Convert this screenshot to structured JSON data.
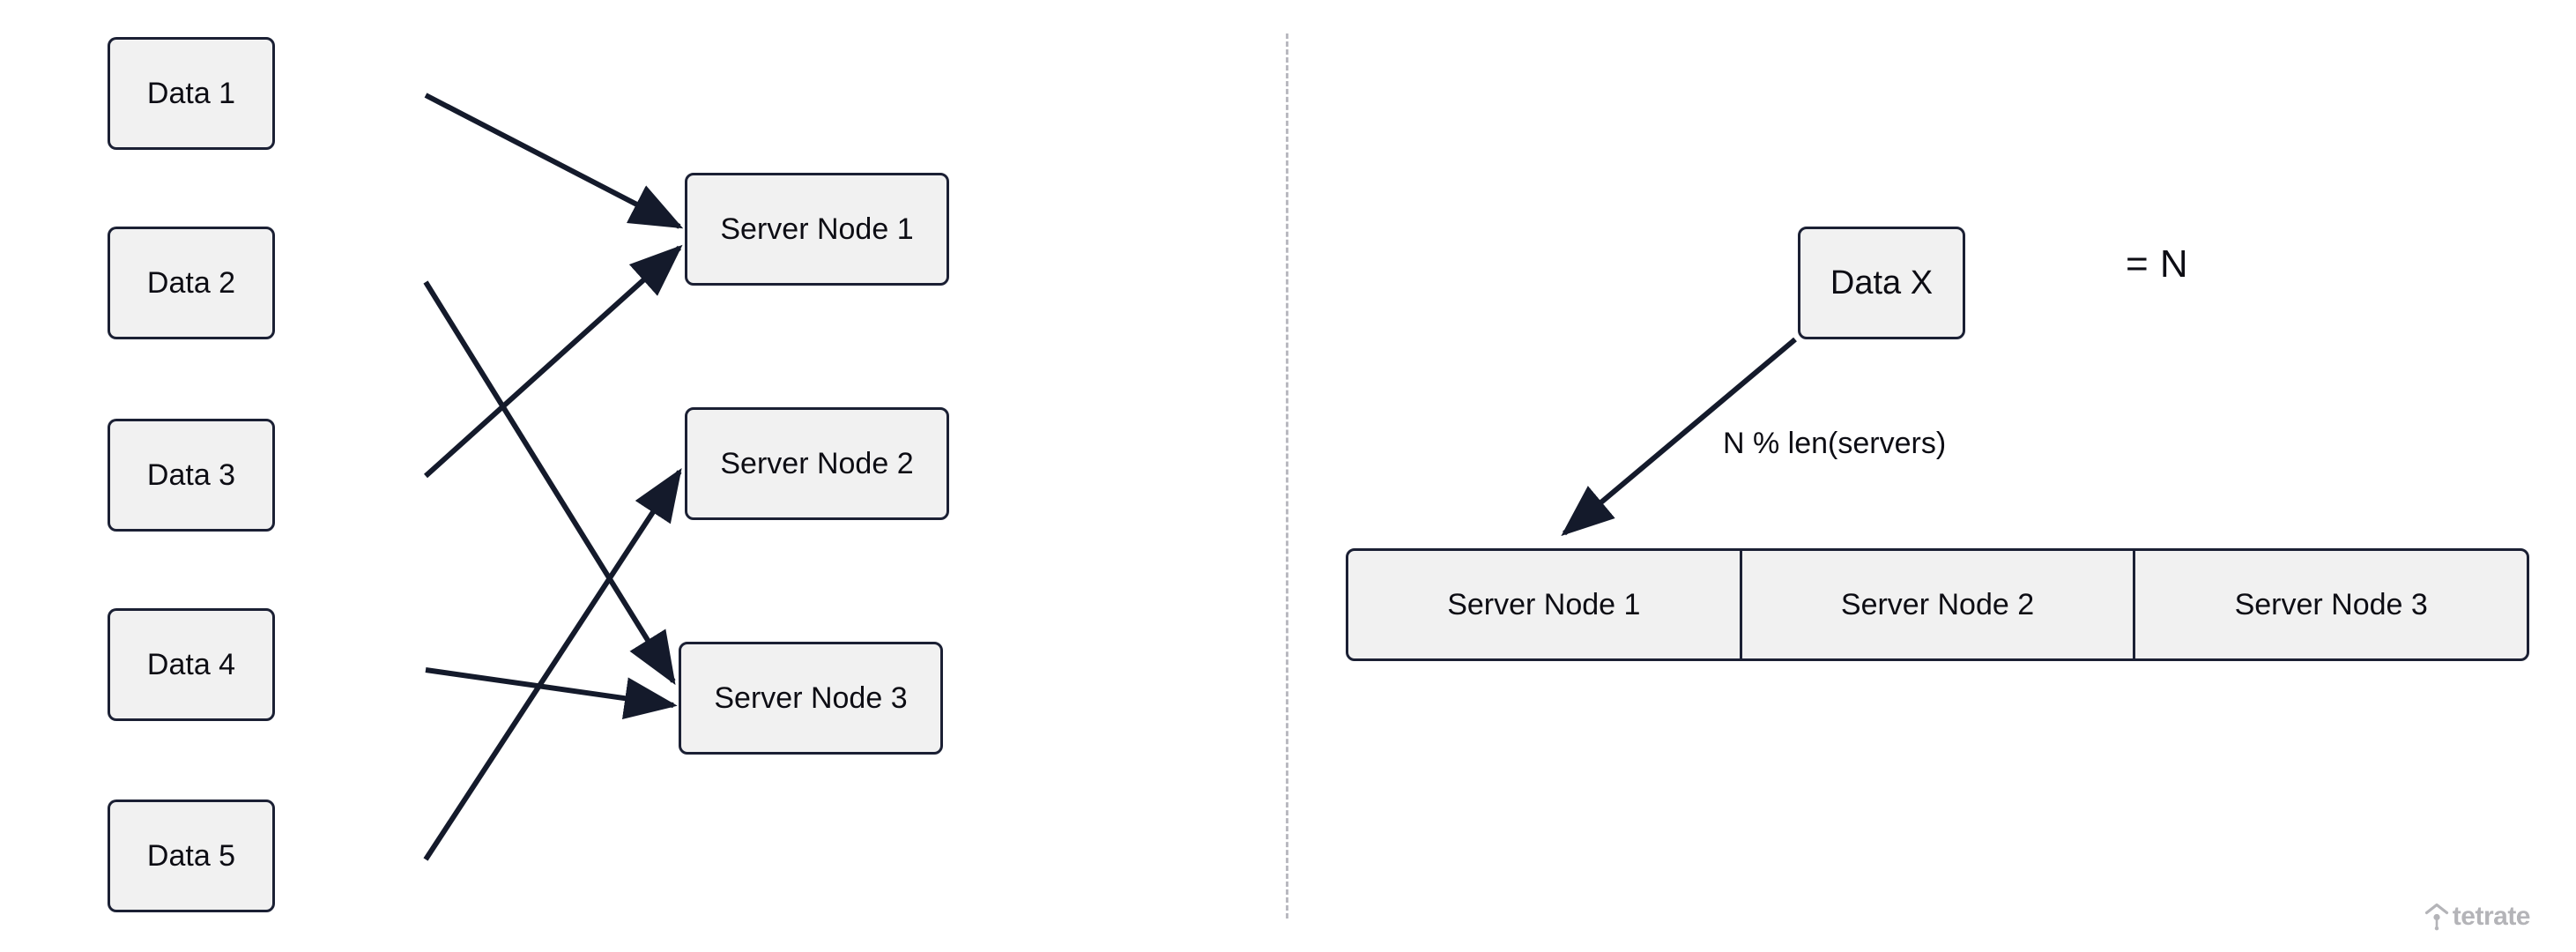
{
  "left_panel": {
    "data_nodes": [
      {
        "label": "Data 1"
      },
      {
        "label": "Data 2"
      },
      {
        "label": "Data 3"
      },
      {
        "label": "Data 4"
      },
      {
        "label": "Data 5"
      }
    ],
    "server_nodes": [
      {
        "label": "Server Node 1"
      },
      {
        "label": "Server Node 2"
      },
      {
        "label": "Server Node 3"
      }
    ]
  },
  "right_panel": {
    "data_box_label": "Data X",
    "equals_label": "= N",
    "edge_label": "N % len(servers)",
    "server_strip": [
      {
        "label": "Server Node 1"
      },
      {
        "label": "Server Node 2"
      },
      {
        "label": "Server Node 3"
      }
    ]
  },
  "branding": {
    "logo_text": "tetrate",
    "logo_mark_name": "tetrate-arch-pin-icon"
  },
  "colors": {
    "node_fill": "#f1f1f1",
    "node_border": "#1b2034",
    "arrow": "#141a2b",
    "divider": "#b9b9c0",
    "logo": "#b4b4b8",
    "text": "#0d0d14",
    "background": "#ffffff"
  }
}
